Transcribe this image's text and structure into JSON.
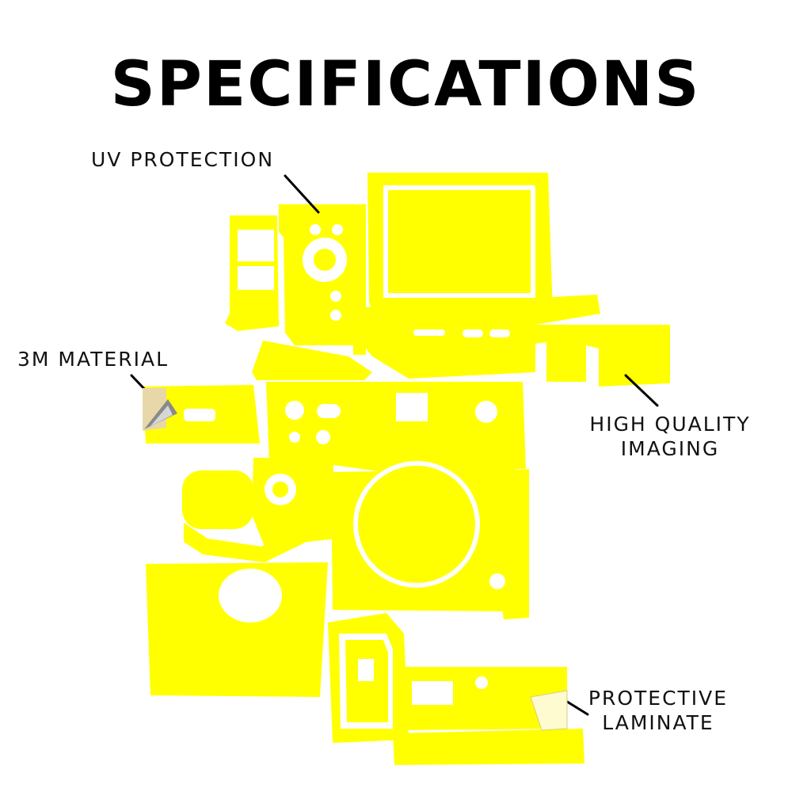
{
  "title": "SPECIFICATIONS",
  "callouts": {
    "uv_protection": "UV PROTECTION",
    "material": "3M MATERIAL",
    "imaging_line1": "HIGH QUALITY",
    "imaging_line2": "IMAGING",
    "laminate_line1": "PROTECTIVE",
    "laminate_line2": "LAMINATE"
  },
  "colors": {
    "skin_yellow": "#ffff00",
    "cutout": "#ffffff",
    "text": "#111111",
    "leader_line": "#000000",
    "peel_silver": "#8a8a8a",
    "peel_beige": "#e8d7a8"
  },
  "icons": {
    "peel_corner": "peel-corner-icon",
    "laminate_sheet": "laminate-sheet-icon"
  }
}
